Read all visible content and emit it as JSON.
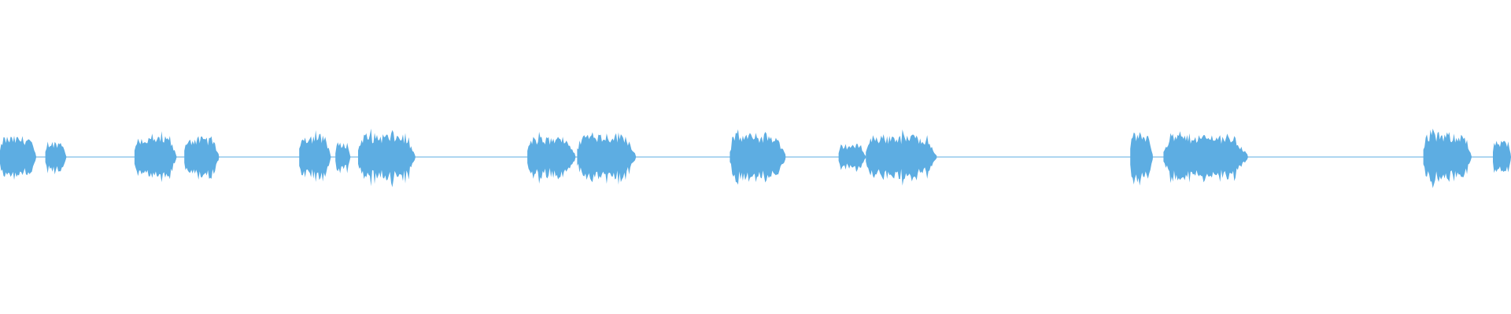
{
  "waveform": {
    "color": "#5dade2",
    "background": "#ffffff",
    "segments": [
      {
        "start": 0.0,
        "end": 0.024,
        "level": 0.72
      },
      {
        "start": 0.03,
        "end": 0.044,
        "level": 0.55
      },
      {
        "start": 0.089,
        "end": 0.117,
        "level": 0.7
      },
      {
        "start": 0.122,
        "end": 0.145,
        "level": 0.7
      },
      {
        "start": 0.198,
        "end": 0.219,
        "level": 0.8
      },
      {
        "start": 0.222,
        "end": 0.232,
        "level": 0.5
      },
      {
        "start": 0.237,
        "end": 0.275,
        "level": 0.82
      },
      {
        "start": 0.349,
        "end": 0.381,
        "level": 0.7
      },
      {
        "start": 0.382,
        "end": 0.421,
        "level": 0.85
      },
      {
        "start": 0.483,
        "end": 0.52,
        "level": 0.82
      },
      {
        "start": 0.555,
        "end": 0.573,
        "level": 0.45
      },
      {
        "start": 0.573,
        "end": 0.62,
        "level": 0.78
      },
      {
        "start": 0.748,
        "end": 0.763,
        "level": 0.85
      },
      {
        "start": 0.77,
        "end": 0.826,
        "level": 0.8
      },
      {
        "start": 0.942,
        "end": 0.974,
        "level": 0.85
      },
      {
        "start": 0.988,
        "end": 1.0,
        "level": 0.55
      }
    ]
  }
}
